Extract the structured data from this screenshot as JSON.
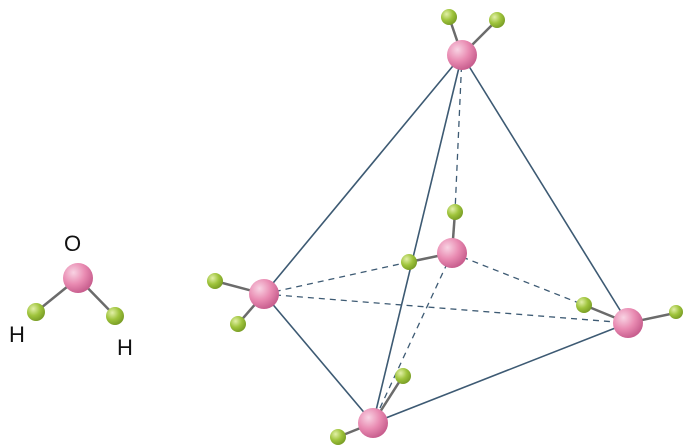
{
  "water_molecule": {
    "oxygen_label": "O",
    "hydrogen_left_label": "H",
    "hydrogen_right_label": "H"
  },
  "colors": {
    "oxygen_atom": "#e98bb2",
    "oxygen_highlight": "#f8d3e3",
    "hydrogen_atom": "#9fc43c",
    "hydrogen_highlight": "#e2f0a8",
    "bond": "#6b6b6b",
    "tetrahedron_edge": "#3d5a73",
    "hydrogen_bond": "#3d5a73",
    "label_text": "#111111"
  }
}
